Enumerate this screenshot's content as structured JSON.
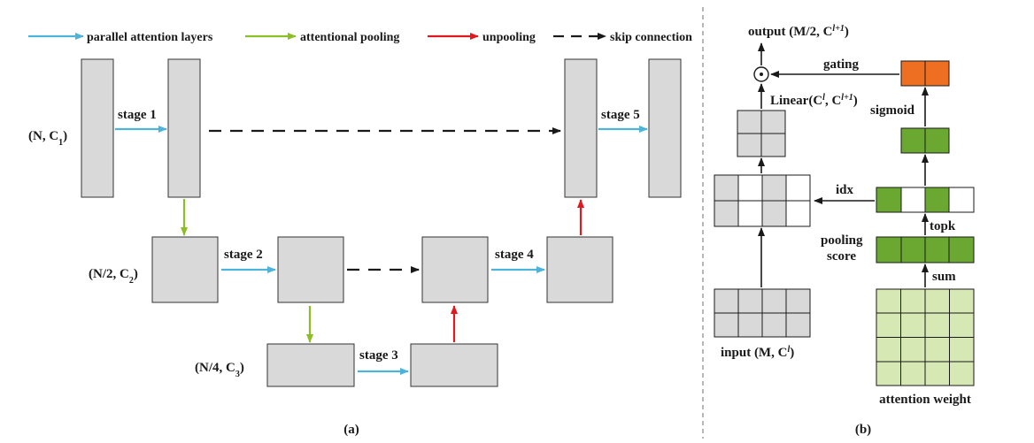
{
  "legend": {
    "parallel": "parallel attention layers",
    "pooling": "attentional pooling",
    "unpooling": "unpooling",
    "skip": "skip connection"
  },
  "panel_a": {
    "caption": "(a)",
    "level1": {
      "label_main": "(N, C",
      "label_sub": "1",
      "label_end": ")"
    },
    "level2": {
      "label_main": "(N/2, C",
      "label_sub": "2",
      "label_end": ")"
    },
    "level3": {
      "label_main": "(N/4, C",
      "label_sub": "3",
      "label_end": ")"
    },
    "stages": [
      "stage 1",
      "stage 2",
      "stage 3",
      "stage 4",
      "stage 5"
    ]
  },
  "panel_b": {
    "caption": "(b)",
    "output": {
      "main": "output (M/2, C",
      "sup": "l+1",
      "end": ")"
    },
    "linear": {
      "a": "Linear(C",
      "sup1": "l",
      "b": ", C",
      "sup2": "l+1",
      "c": ")"
    },
    "input": {
      "main": "input (M, C",
      "sup": "l",
      "end": ")"
    },
    "gating": "gating",
    "sigmoid": "sigmoid",
    "idx": "idx",
    "topk": "topk",
    "pooling_score_1": "pooling",
    "pooling_score_2": "score",
    "sum": "sum",
    "attention_weight": "attention weight",
    "dot_symbol": "⊙"
  },
  "colors": {
    "parallel": "#4fb3d9",
    "pooling": "#8cbf26",
    "unpooling": "#e0191f",
    "skip": "#1a1a1a",
    "block": "#d9d9d9",
    "green": "#6aa832",
    "light_green": "#d6e8b4",
    "orange": "#ee6f22"
  }
}
